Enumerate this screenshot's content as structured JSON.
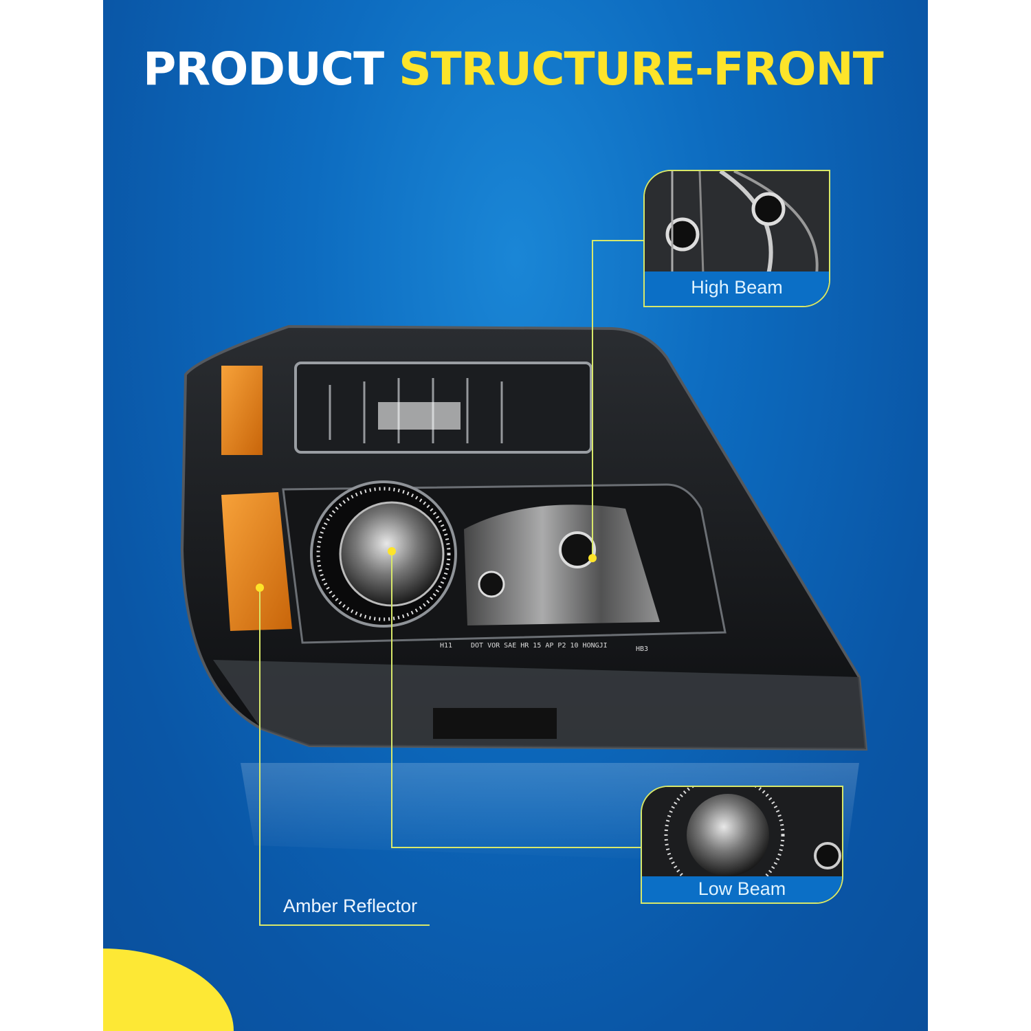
{
  "title": {
    "part1": "PRODUCT",
    "part2": "STRUCTURE-FRONT"
  },
  "callouts": {
    "high_beam": "High Beam",
    "low_beam": "Low Beam",
    "amber_reflector": "Amber Reflector"
  },
  "lens_markings": {
    "left": "H11",
    "center": "DOT VOR SAE HR 15 AP P2 10 HONGJI",
    "right": "HB3"
  },
  "colors": {
    "background": "#0d6cc0",
    "accent": "#fde42a",
    "leader": "#d8e86a",
    "amber": "#e8890f"
  }
}
